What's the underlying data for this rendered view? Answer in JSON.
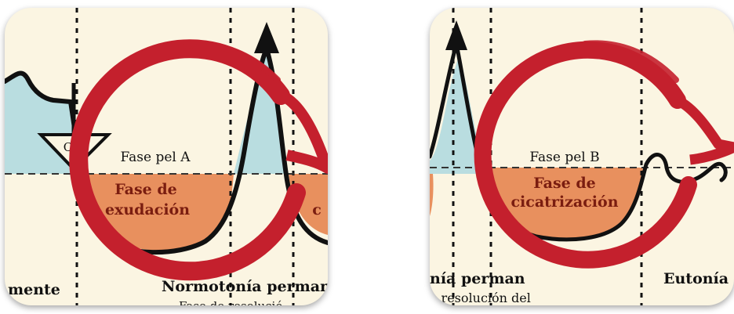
{
  "panel_a": {
    "label_cl": "C.L.",
    "phase_label": "Fase pel A",
    "phase_name_line1": "Fase de",
    "phase_name_line2": "exudación",
    "next_phase_fragment": "c",
    "bottom_left": "mente",
    "bottom_center_line1": "Normotonía perman",
    "bottom_center_line2": "Fase de resolució"
  },
  "panel_b": {
    "phase_label": "Fase pel B",
    "phase_name_line1": "Fase de",
    "phase_name_line2": "cicatrización",
    "bottom_left_line1": "nía perman",
    "bottom_left_line2": "e resolución del",
    "bottom_right": "Eutonía"
  },
  "colors": {
    "background": "#fbf5e2",
    "orange_fill": "#e8905e",
    "teal_fill": "#b9dde0",
    "red_ring": "#c4202d",
    "ink": "#111111"
  }
}
